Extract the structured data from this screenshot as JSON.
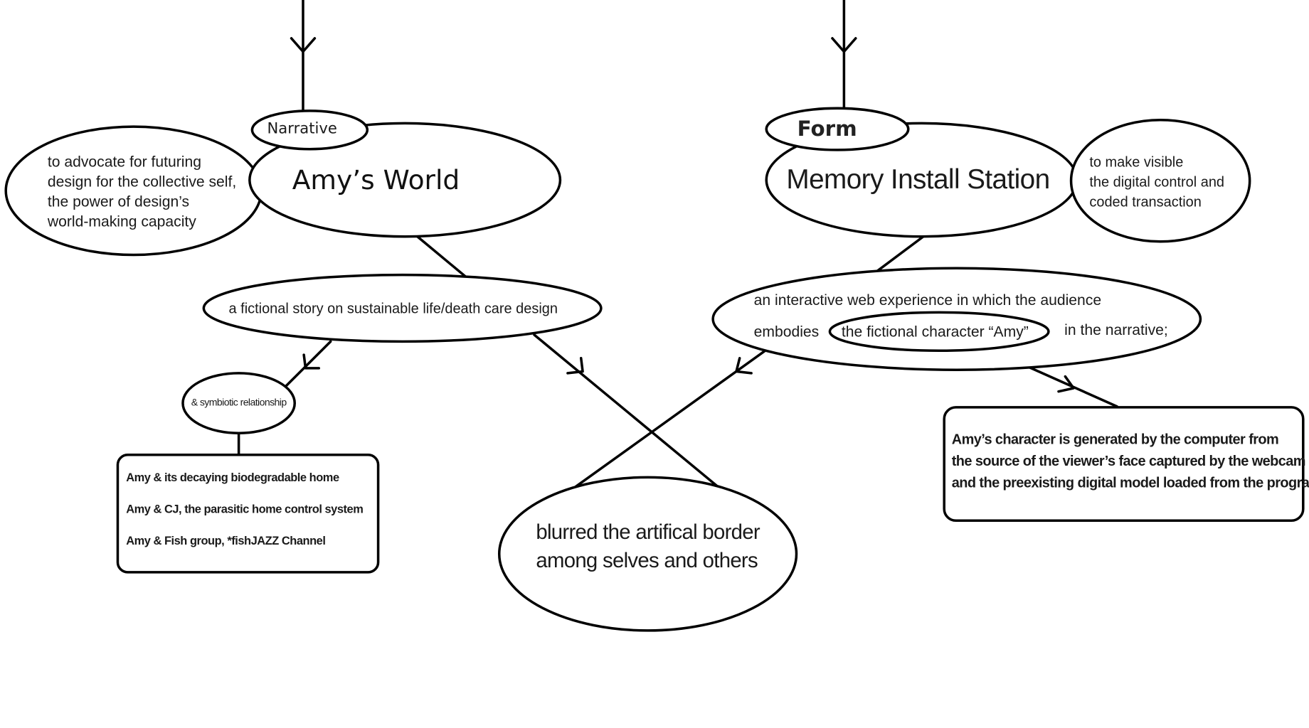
{
  "diagram": {
    "left_branch": {
      "tag": "Narrative",
      "title": "Amy’s World",
      "purpose_lines": [
        "to advocate for futuring",
        "design for the collective self,",
        "the power of design’s",
        "world-making capacity"
      ],
      "description": "a fictional story on sustainable life/death care design",
      "relationship_label": "& symbiotic relationship",
      "relationships": [
        "Amy & its decaying biodegradable home",
        "Amy & CJ, the parasitic home control system",
        "Amy & Fish group, *fishJAZZ Channel"
      ]
    },
    "right_branch": {
      "tag": "Form",
      "title": "Memory Install Station",
      "purpose_lines": [
        "to make visible",
        "the digital control and",
        "coded transaction"
      ],
      "description_line1": "an interactive web experience in which the audience",
      "description_prefix": "embodies",
      "description_highlight": "the fictional character “Amy”",
      "description_suffix": "in the narrative;",
      "detail_lines": [
        "Amy’s character is generated by the computer from",
        "the source of the viewer’s face captured by the webcam",
        "and the preexisting digital model loaded from the program"
      ]
    },
    "shared_outcome_lines": [
      "blurred the artifical border",
      "among selves and others"
    ]
  }
}
